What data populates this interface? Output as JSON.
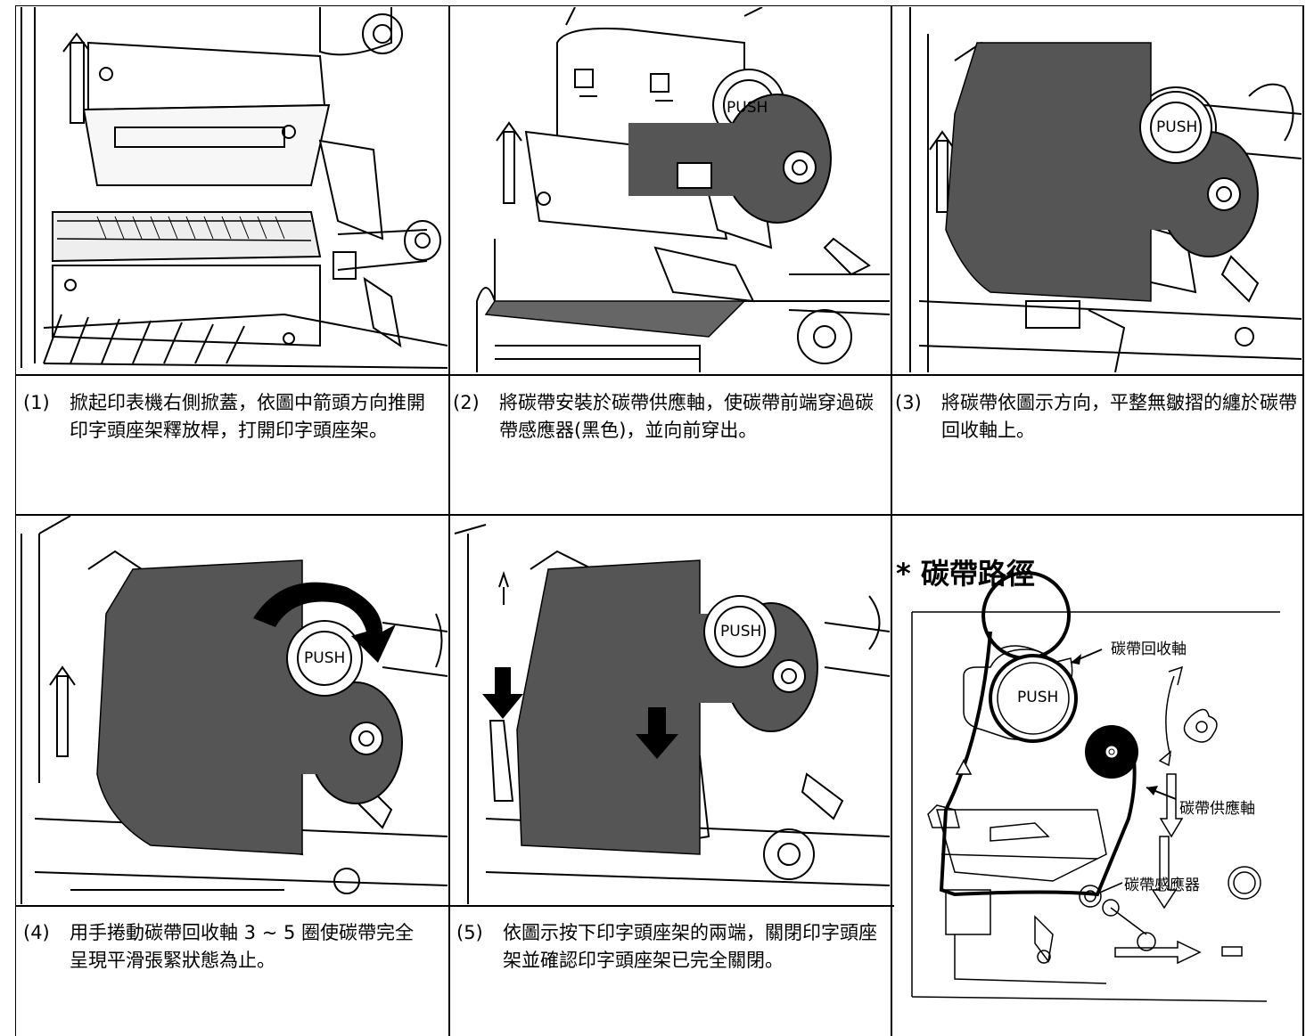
{
  "steps": [
    {
      "num": "(1)",
      "text": "掀起印表機右側掀蓋，依圖中箭頭方向推開印字頭座架釋放桿，打開印字頭座架。"
    },
    {
      "num": "(2)",
      "text": "將碳帶安裝於碳帶供應軸，使碳帶前端穿過碳帶感應器(黑色)，並向前穿出。"
    },
    {
      "num": "(3)",
      "text": "將碳帶依圖示方向，平整無皺摺的纏於碳帶回收軸上。"
    },
    {
      "num": "(4)",
      "text": "用手捲動碳帶回收軸 3 ~ 5 圈使碳帶完全呈現平滑張緊狀態為止。"
    },
    {
      "num": "(5)",
      "text": "依圖示按下印字頭座架的兩端，關閉印字頭座架並確認印字頭座架已完全關閉。"
    }
  ],
  "ribbon_path": {
    "title": "* 碳帶路徑",
    "label_rewind": "碳帶回收軸",
    "label_supply": "碳帶供應軸",
    "label_sensor": "碳帶感應器"
  },
  "push_label": "PUSH"
}
